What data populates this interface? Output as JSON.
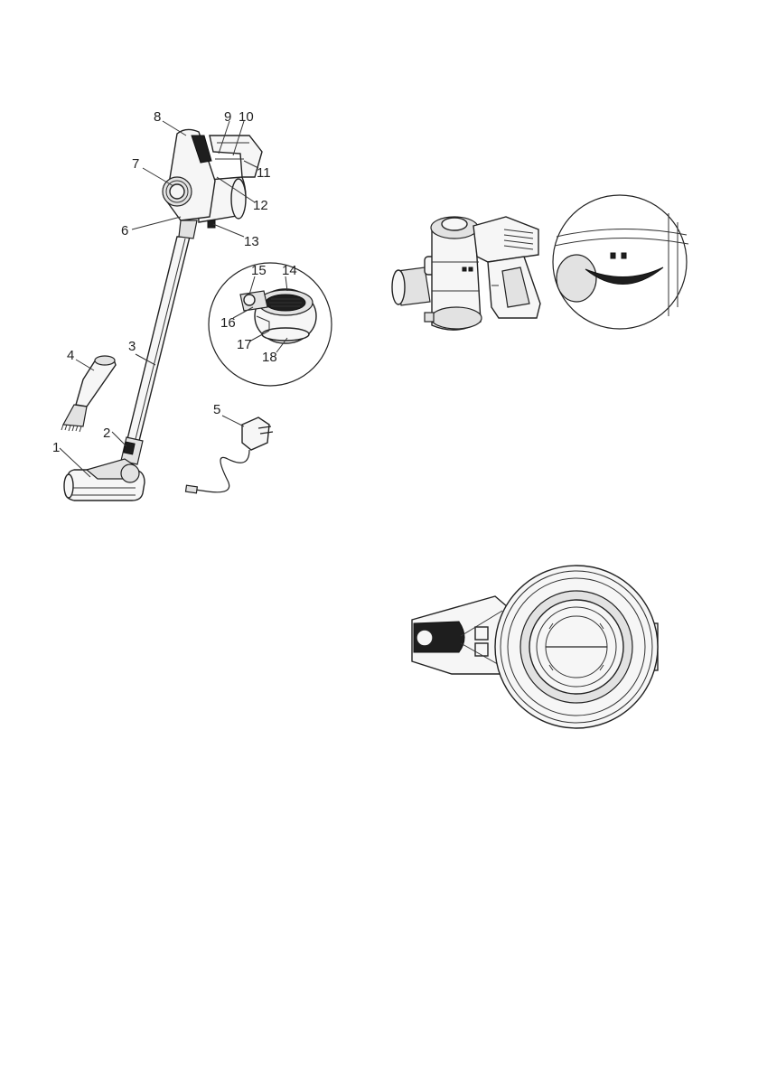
{
  "figure_main": {
    "callouts": [
      {
        "id": "c1",
        "text": "1"
      },
      {
        "id": "c2",
        "text": "2"
      },
      {
        "id": "c3",
        "text": "3"
      },
      {
        "id": "c4",
        "text": "4"
      },
      {
        "id": "c5",
        "text": "5"
      },
      {
        "id": "c6",
        "text": "6"
      },
      {
        "id": "c7",
        "text": "7"
      },
      {
        "id": "c8",
        "text": "8"
      },
      {
        "id": "c9",
        "text": "9"
      },
      {
        "id": "c10",
        "text": "10"
      },
      {
        "id": "c11",
        "text": "11"
      },
      {
        "id": "c12",
        "text": "12"
      },
      {
        "id": "c13",
        "text": "13"
      },
      {
        "id": "c14",
        "text": "14"
      },
      {
        "id": "c15",
        "text": "15"
      },
      {
        "id": "c16",
        "text": "16"
      },
      {
        "id": "c17",
        "text": "17"
      },
      {
        "id": "c18",
        "text": "18"
      }
    ]
  }
}
